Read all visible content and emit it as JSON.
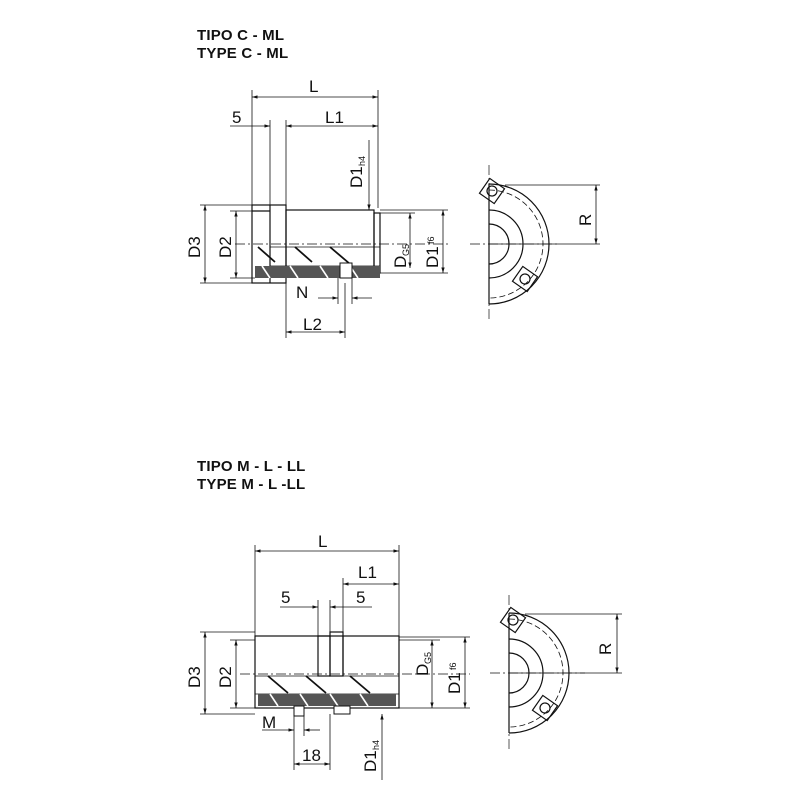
{
  "section_c": {
    "title_it": "TIPO C - ML",
    "title_en": "TYPE C - ML",
    "dims": {
      "L": "L",
      "five": "5",
      "L1": "L1",
      "D1h4_main": "D1",
      "D1h4_sub": "h4",
      "D3": "D3",
      "D2": "D2",
      "DG5_main": "D",
      "DG5_sub": "G5",
      "D1f6_main": "D1",
      "D1f6_sub": "f6",
      "N": "N",
      "L2": "L2",
      "R": "R"
    }
  },
  "section_m": {
    "title_it": "TIPO M - L - LL",
    "title_en": "TYPE M - L -LL",
    "dims": {
      "L": "L",
      "L1": "L1",
      "five_left": "5",
      "five_right": "5",
      "D3": "D3",
      "D2": "D2",
      "DG5_main": "D",
      "DG5_sub": "G5",
      "D1f6_main": "D1",
      "D1f6_sub": "f6",
      "M": "M",
      "eighteen": "18",
      "D1h4_main": "D1",
      "D1h4_sub": "h4",
      "R": "R"
    }
  }
}
